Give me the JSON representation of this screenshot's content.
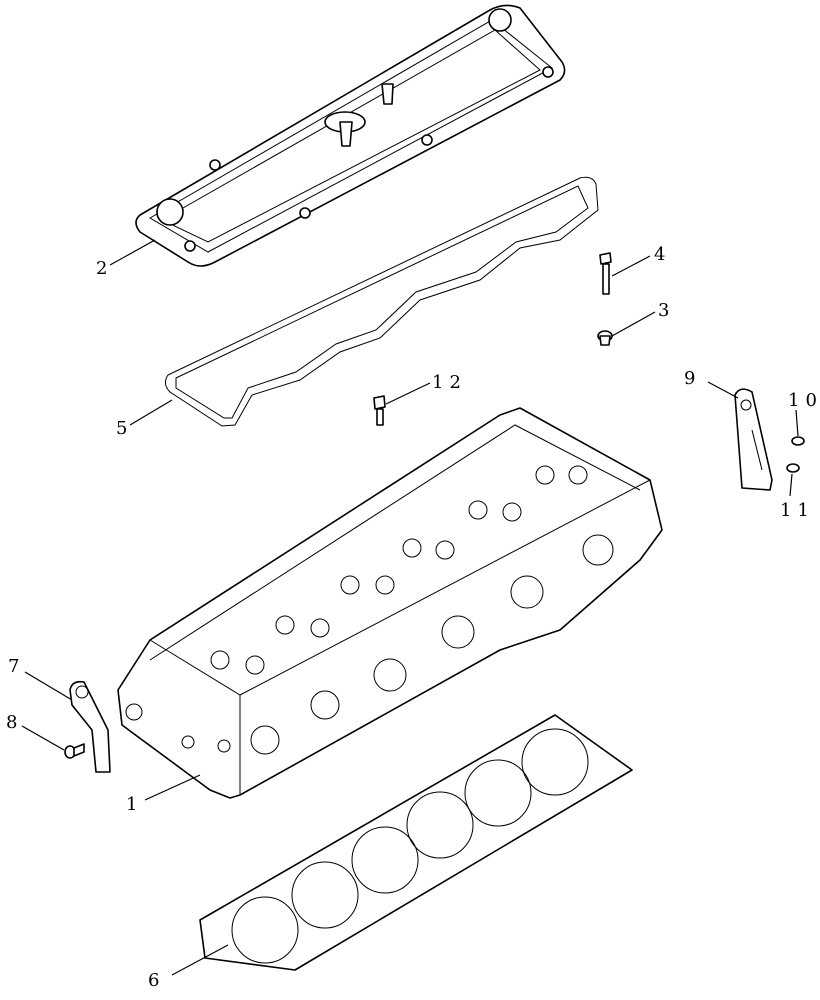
{
  "callouts": {
    "c1": "1",
    "c2": "2",
    "c3": "3",
    "c4": "4",
    "c5": "5",
    "c6": "6",
    "c7": "7",
    "c8": "8",
    "c9": "9",
    "c10": "10",
    "c11": "11",
    "c12": "12"
  },
  "colors": {
    "ink": "#000000",
    "paper": "#ffffff"
  }
}
